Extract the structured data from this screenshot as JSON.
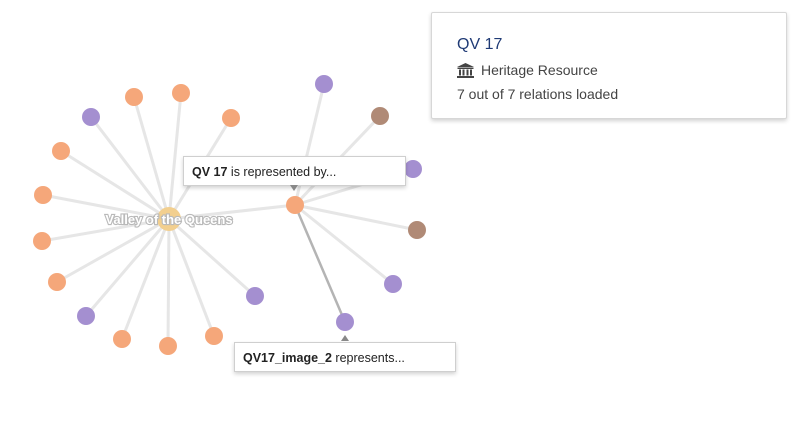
{
  "info_card": {
    "title": "QV 17",
    "type_label": "Heritage Resource",
    "type_icon": "museum-icon",
    "relations_text": "7 out of 7 relations loaded"
  },
  "graph": {
    "hub_label": "Valley of the Queens",
    "colors": {
      "orange": "#f5a77a",
      "purple": "#a48fd0",
      "brown": "#b08a76",
      "hub": "#f2cf8f",
      "selected_stroke_orange": "#e86c1f",
      "selected_stroke_purple": "#6b3fb6"
    }
  },
  "tooltips": {
    "represented_by": {
      "bold": "QV 17",
      "text": " is represented by..."
    },
    "represents": {
      "bold": "QV17_image_2",
      "text": " represents..."
    }
  }
}
